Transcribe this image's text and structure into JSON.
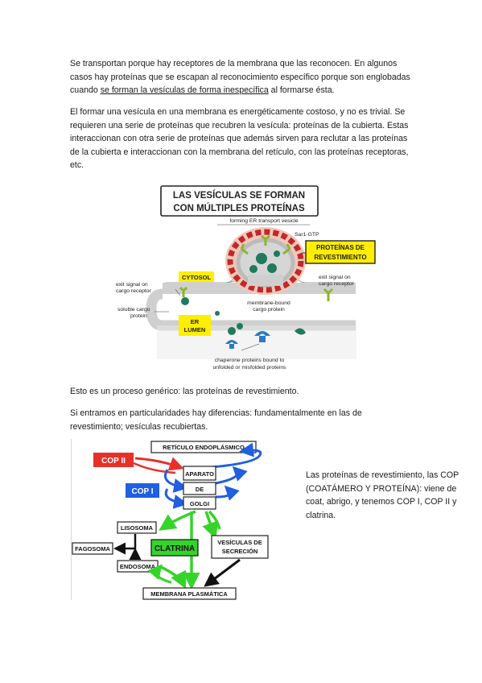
{
  "paragraphs": {
    "p1_before": "Se transportan porque hay receptores de la membrana que las reconocen. En algunos casos hay proteínas que se escapan al reconocimiento específico porque son englobadas cuando ",
    "p1_link": "se forman la vesículas de forma inespecífica",
    "p1_after": " al formarse ésta.",
    "p2": "El formar una vesícula en una membrana es energéticamente costoso, y no es trivial. Se requieren una serie de proteínas que recubren la vesícula: proteínas de la cubierta. Estas interaccionan con otra serie de proteínas que además sirven para reclutar a las proteínas de la cubierta e interaccionan con la membrana del retículo, con las proteínas receptoras, etc.",
    "p3": "Esto es un proceso genérico: las proteínas de revestimiento.",
    "p4": "Si entramos en particularidades hay diferencias: fundamentalmente en las de revestimiento; vesículas recubiertas.",
    "side": "Las proteínas de revestimiento, las COP (COATÁMERO Y PROTEÍNA): viene de coat, abrigo, y tenemos COP I, COP II y clatrina."
  },
  "figure1": {
    "title_line1": "LAS VESÍCULAS SE FORMAN",
    "title_line2": "CON MÚLTIPLES PROTEÍNAS",
    "forming_vesicle": "forming ER transport vesicle",
    "sar1": "Sar1-GTP",
    "coat_label_1": "PROTEÍNAS DE",
    "coat_label_2": "REVESTIMIENTO",
    "cytosol": "CYTOSOL",
    "exit_left_1": "exit signal on",
    "exit_left_2": "cargo receptor",
    "exit_right_1": "exit signal on",
    "exit_right_2": "cargo receptor",
    "soluble_1": "soluble cargo",
    "soluble_2": "protein",
    "membrane_bound_1": "membrane-bound",
    "membrane_bound_2": "cargo protein",
    "er_1": "ER",
    "er_2": "LUMEN",
    "chaperone_1": "chaperone proteins bound to",
    "chaperone_2": "unfolded or misfolded proteins",
    "colors": {
      "membrane": "#c8c8c8",
      "coat": "#c0282a",
      "coat_bg": "#f2c7b8",
      "protein": "#1f7a5e",
      "receptor": "#8ab52e",
      "chaperone": "#2b7bc2",
      "yellow": "#ffee00"
    }
  },
  "figure2": {
    "cop2": "COP II",
    "cop1": "COP I",
    "reticulo": "RETÍCULO ENDOPLÁSMICO",
    "aparato": "APARATO",
    "de": "DE",
    "golgi": "GOLGI",
    "lisosoma": "LISOSOMA",
    "fagosoma": "FAGOSOMA",
    "clatrina": "CLATRINA",
    "vesiculas_1": "VESÍCULAS DE",
    "vesiculas_2": "SECRECIÓN",
    "endosoma": "ENDOSOMA",
    "membrana": "MEMBRANA PLASMÁTICA",
    "colors": {
      "red": "#e8302a",
      "blue": "#1f5fe0",
      "green": "#35d42a",
      "black": "#111111"
    }
  }
}
